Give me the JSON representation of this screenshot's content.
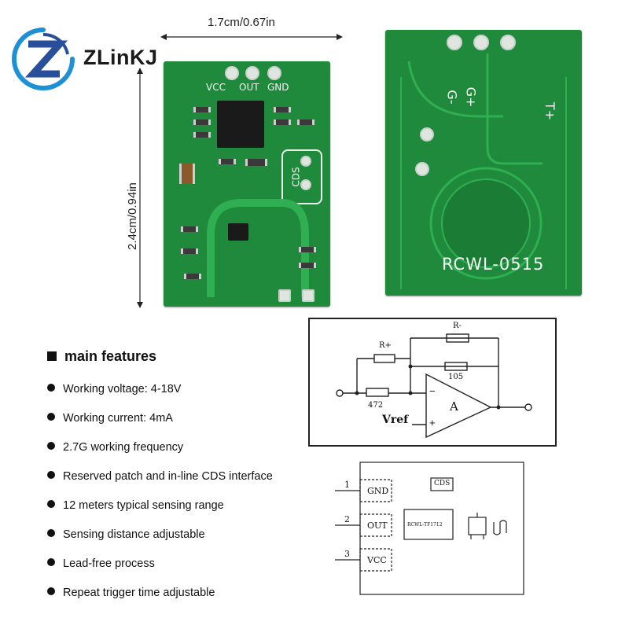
{
  "brand": {
    "name": "ZLinKJ",
    "logo_letter": "Z",
    "logo_color": "#2a4f9a",
    "accent": "#1e90d6"
  },
  "dimensions": {
    "width_label": "1.7cm/0.67in",
    "height_label": "2.4cm/0.94in"
  },
  "front_board": {
    "pin_labels": [
      "VCC",
      "OUT",
      "GND"
    ],
    "cds_label": "CDS",
    "color": "#1f8a3c"
  },
  "back_board": {
    "model": "RCWL-0515",
    "labels": [
      "G+",
      "G-",
      "T+"
    ]
  },
  "features": {
    "title": "main features",
    "items": [
      "Working voltage: 4-18V",
      "Working current: 4mA",
      "2.7G working frequency",
      "Reserved patch and in-line CDS interface",
      "12 meters typical sensing range",
      "Sensing distance adjustable",
      "Lead-free process",
      "Repeat trigger time adjustable"
    ]
  },
  "circuit": {
    "labels": {
      "r_plus": "R+",
      "r_minus": "R-",
      "r105": "105",
      "r472": "472",
      "vref": "Vref",
      "amp": "A",
      "minus": "−",
      "plus": "+"
    }
  },
  "pinout": {
    "pins": [
      {
        "num": "1",
        "label": "GND"
      },
      {
        "num": "2",
        "label": "OUT"
      },
      {
        "num": "3",
        "label": "VCC"
      }
    ],
    "cds": "CDS",
    "chip": "RCWL-TF1712"
  }
}
